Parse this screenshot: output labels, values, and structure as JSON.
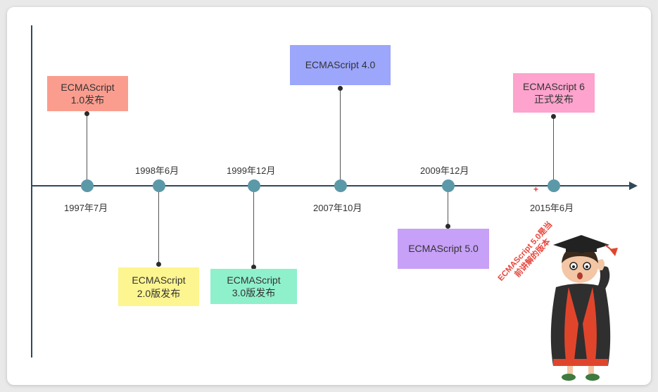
{
  "timeline": {
    "events": [
      {
        "date": "1997年7月",
        "label": "ECMAScript\n1.0发布",
        "color": "#fa9d8f"
      },
      {
        "date": "1998年6月",
        "label": "ECMAScript\n2.0版发布",
        "color": "#fdf58f"
      },
      {
        "date": "1999年12月",
        "label": "ECMAScript\n3.0版发布",
        "color": "#8ff0cc"
      },
      {
        "date": "2007年10月",
        "label": "ECMAScript 4.0",
        "color": "#9ca6fb"
      },
      {
        "date": "2009年12月",
        "label": "ECMAScript 5.0",
        "color": "#c7a0f7"
      },
      {
        "date": "2015年6月",
        "label": "ECMAScript 6\n正式发布",
        "color": "#fda3cd"
      }
    ],
    "note": "ECMAScript 5.0是当前讲解的版本",
    "note_color": "#e8463c",
    "axis_color": "#2d4a5a",
    "node_color": "#5b99a8"
  }
}
